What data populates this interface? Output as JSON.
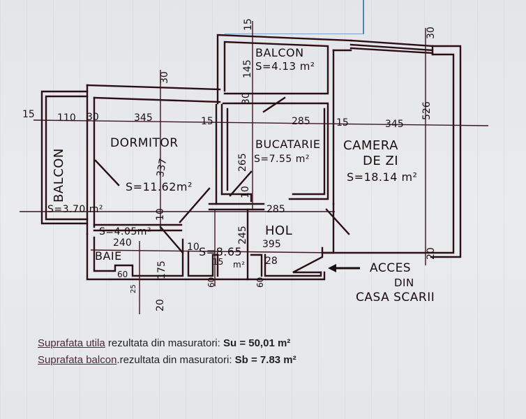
{
  "plan": {
    "rooms": [
      {
        "name": "BALCON",
        "area": "S=4.13 m²",
        "orientation": "horizontal"
      },
      {
        "name": "BALCON",
        "area": "S=3.70 m²",
        "orientation": "vertical"
      },
      {
        "name": "DORMITOR",
        "area": "S=11.62m²"
      },
      {
        "name": "BUCATARIE",
        "area": "S=7.55 m²"
      },
      {
        "name_line1": "CAMERA",
        "name_line2": "DE ZI",
        "area": "S=18.14 m²"
      },
      {
        "name": "HOL",
        "area_value": "S=8.65",
        "area_unit": "m²"
      },
      {
        "name": "BAIE",
        "area": "S=4.05m²"
      }
    ],
    "dimensions": {
      "top_15": "15",
      "top_30_right": "30",
      "top_30_left": "30",
      "d145": "145",
      "d30_mid": "30",
      "left_15": "15",
      "d110": "110",
      "d30_wall": "30",
      "d345_left": "345",
      "d15_mid": "15",
      "d285_top": "285",
      "d15_right": "15",
      "d345_right": "345",
      "d526": "526",
      "d337": "337",
      "d265": "265",
      "d10_a": "10",
      "d10_b": "10",
      "d285_hol": "285",
      "d245": "245",
      "d395": "395",
      "d240": "240",
      "d10_c": "10",
      "d175": "175",
      "d60_baie": "60",
      "d25": "25",
      "d15_small": "15",
      "d60_a": "60",
      "d28": "28",
      "d60_b": "60",
      "d20_bottom": "20",
      "d20_right": "20"
    },
    "access_note": {
      "line1": "ACCES",
      "line2": "DIN",
      "line3": "CASA SCARII",
      "arrow": "left-arrow"
    }
  },
  "footer": {
    "line1_underlined": "Suprafata utila",
    "line1_text": " rezultata din masuratori: ",
    "line1_value": "Su = 50,01 m²",
    "line2_underlined": "Suprafata balcon",
    "line2_text": ".rezultata din masuratori: ",
    "line2_value": "Sb = 7.83 m²"
  },
  "colors": {
    "ink": "#2a0f16",
    "paper": "#e6e8ea",
    "blue_line": "#4a86c5"
  }
}
